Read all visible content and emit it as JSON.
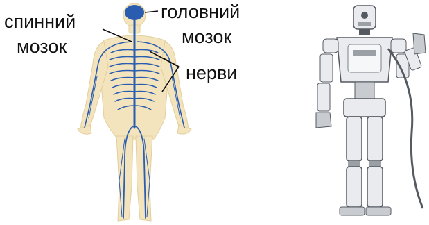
{
  "labels": {
    "spinal_cord_line1": "спинний",
    "spinal_cord_line2": "мозок",
    "brain_line1": "головний",
    "brain_line2": "мозок",
    "nerves": "нерви"
  },
  "colors": {
    "nerve_blue": "#2a5db0",
    "skin": "#f3e4bd",
    "robot_white": "#e9ebee",
    "robot_dark": "#555a61"
  }
}
